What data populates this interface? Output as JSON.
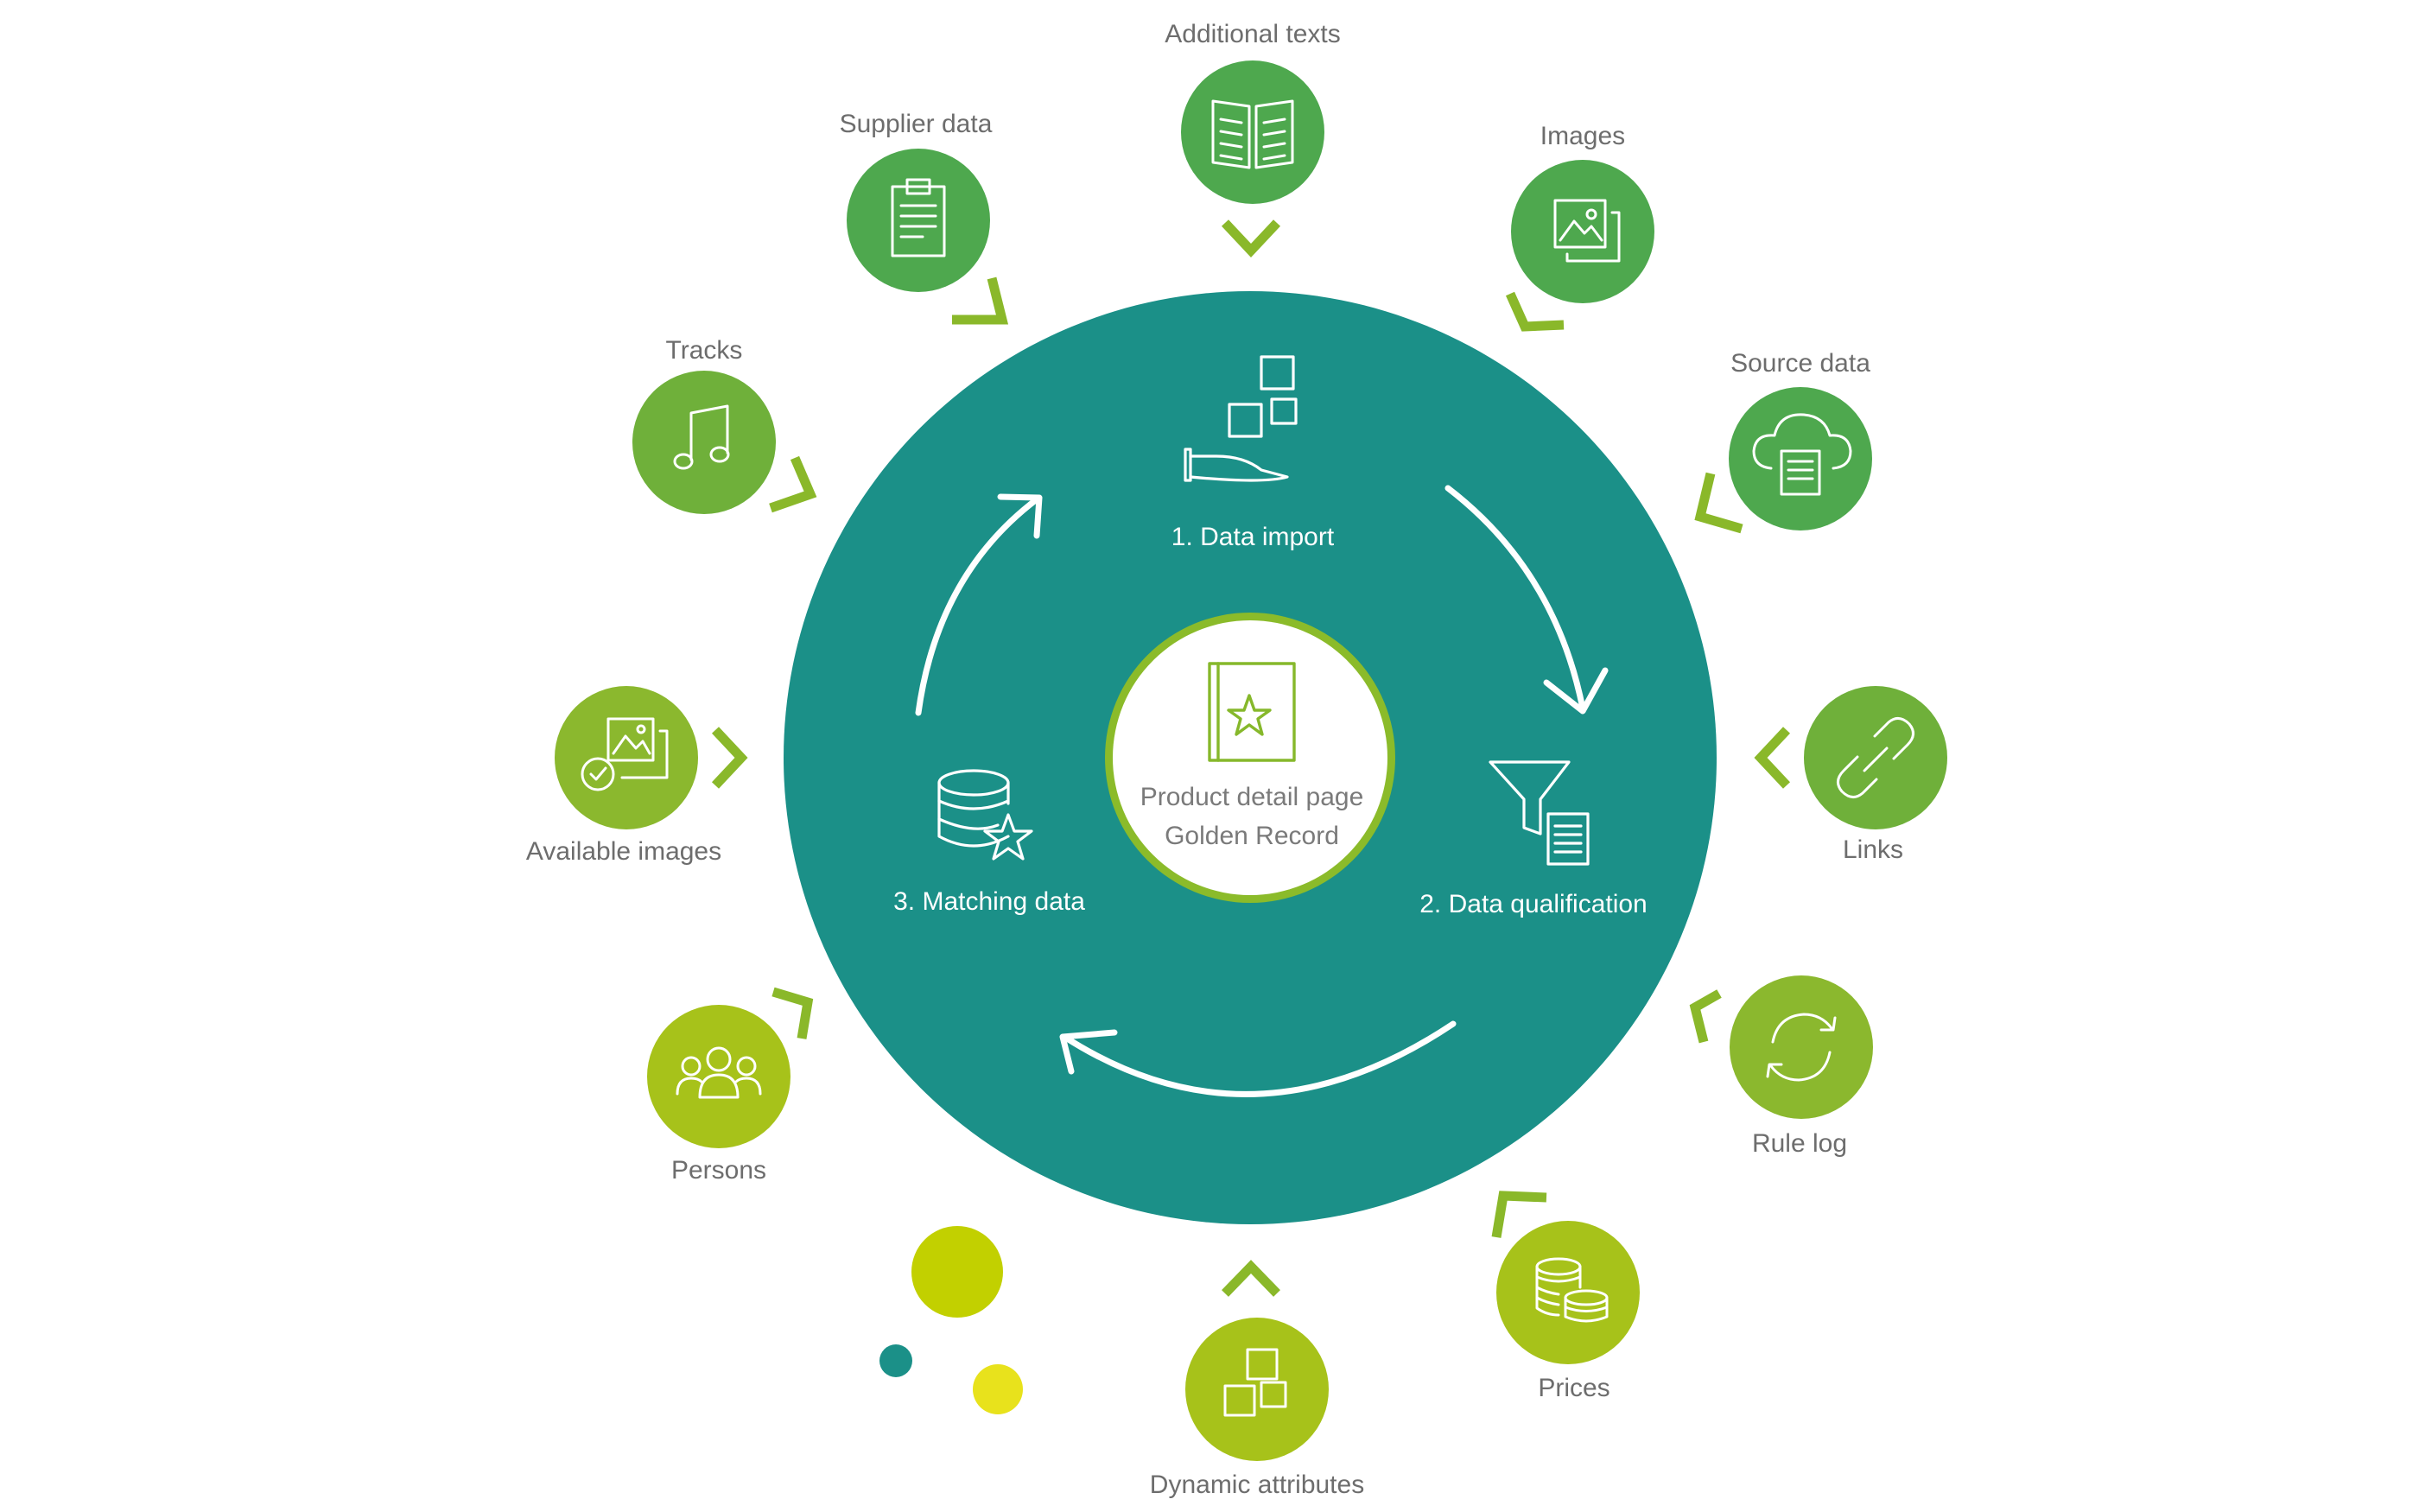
{
  "center": {
    "line1": "Product detail page",
    "line2": "Golden Record",
    "icon": "book-star-icon"
  },
  "stages": [
    {
      "label": "1. Data import",
      "icon": "cubes-conveyor-icon"
    },
    {
      "label": "2. Data qualification",
      "icon": "funnel-document-icon"
    },
    {
      "label": "3. Matching data",
      "icon": "database-star-icon"
    }
  ],
  "sources": [
    {
      "label": "Additional texts",
      "icon": "open-book-icon"
    },
    {
      "label": "Images",
      "icon": "image-stack-icon"
    },
    {
      "label": "Source data",
      "icon": "cloud-document-icon"
    },
    {
      "label": "Links",
      "icon": "chain-link-icon"
    },
    {
      "label": "Rule log",
      "icon": "refresh-cycle-icon"
    },
    {
      "label": "Prices",
      "icon": "coin-stacks-icon"
    },
    {
      "label": "Dynamic attributes",
      "icon": "cube-stack-icon"
    },
    {
      "label": "Persons",
      "icon": "people-group-icon"
    },
    {
      "label": "Available images",
      "icon": "image-check-icon"
    },
    {
      "label": "Tracks",
      "icon": "music-note-icon"
    },
    {
      "label": "Supplier data",
      "icon": "clipboard-icon"
    }
  ],
  "colors": {
    "main_circle": "#1b9088",
    "center_ring": "#8bbb2a",
    "green_dark": "#4ea84e",
    "green_mid": "#6fb03a",
    "green_light": "#a7c21a",
    "chevron": "#8ab82a",
    "dot_lime": "#c2d000",
    "dot_yellow": "#e8e21c",
    "dot_teal": "#1b9088",
    "label_gray": "#6d6d6d"
  }
}
